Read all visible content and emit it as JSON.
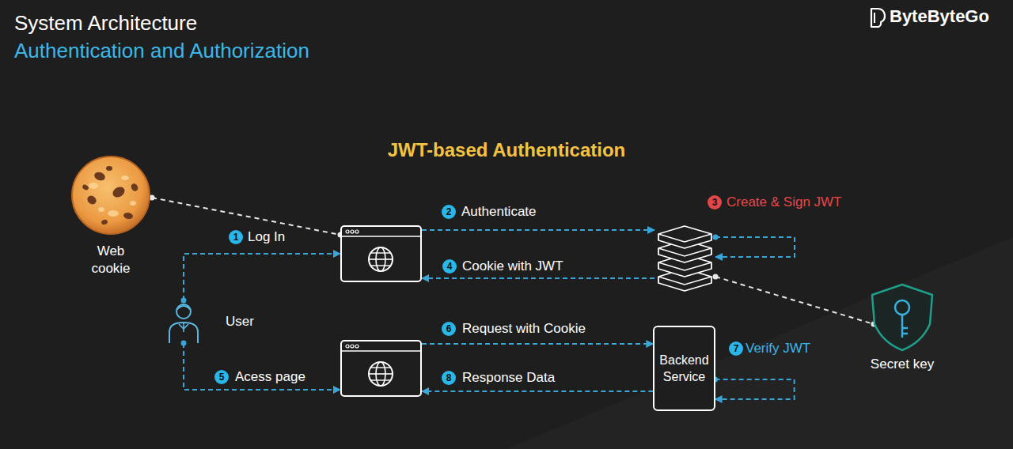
{
  "diagram": {
    "title": "System Architecture",
    "nodes": [
      {
        "text": [
          "Web cookie"
        ]
      },
      {
        "text": []
      },
      {
        "text": []
      },
      {
        "text": [
          "User"
        ]
      },
      {
        "text": []
      },
      {
        "text": [
          "Backend Service"
        ]
      },
      {
        "text": [
          "Secret key"
        ]
      }
    ],
    "edges": [
      {
        "from": 3,
        "to": 1,
        "label": "Log In",
        "arrow": "to"
      },
      {
        "from": 1,
        "to": 2,
        "label": "Authenticate",
        "arrow": "to"
      },
      {
        "from": 2,
        "to": 2,
        "arrow": "to"
      },
      {
        "from": 2,
        "to": 1,
        "label": "Cookie with JWT",
        "arrow": "to"
      },
      {
        "from": 3,
        "to": 4,
        "label": "Acess page",
        "arrow": "to"
      },
      {
        "from": 4,
        "to": 5,
        "label": "Request with Cookie",
        "arrow": "to"
      },
      {
        "from": 5,
        "to": 5,
        "arrow": "to"
      },
      {
        "from": 5,
        "to": 4,
        "label": "Response Data",
        "arrow": "to"
      },
      {
        "from": 0,
        "to": 1,
        "arrow": "none"
      },
      {
        "from": 2,
        "to": 6,
        "arrow": "none"
      }
    ],
    "labels": [
      "Authentication and Authorization",
      "ByteByteGo",
      "JWT-based Authentication",
      "1",
      "2",
      "3",
      "Create & Sign JWT",
      "4",
      "6",
      "7",
      "Verify JWT",
      "5",
      "8"
    ]
  }
}
